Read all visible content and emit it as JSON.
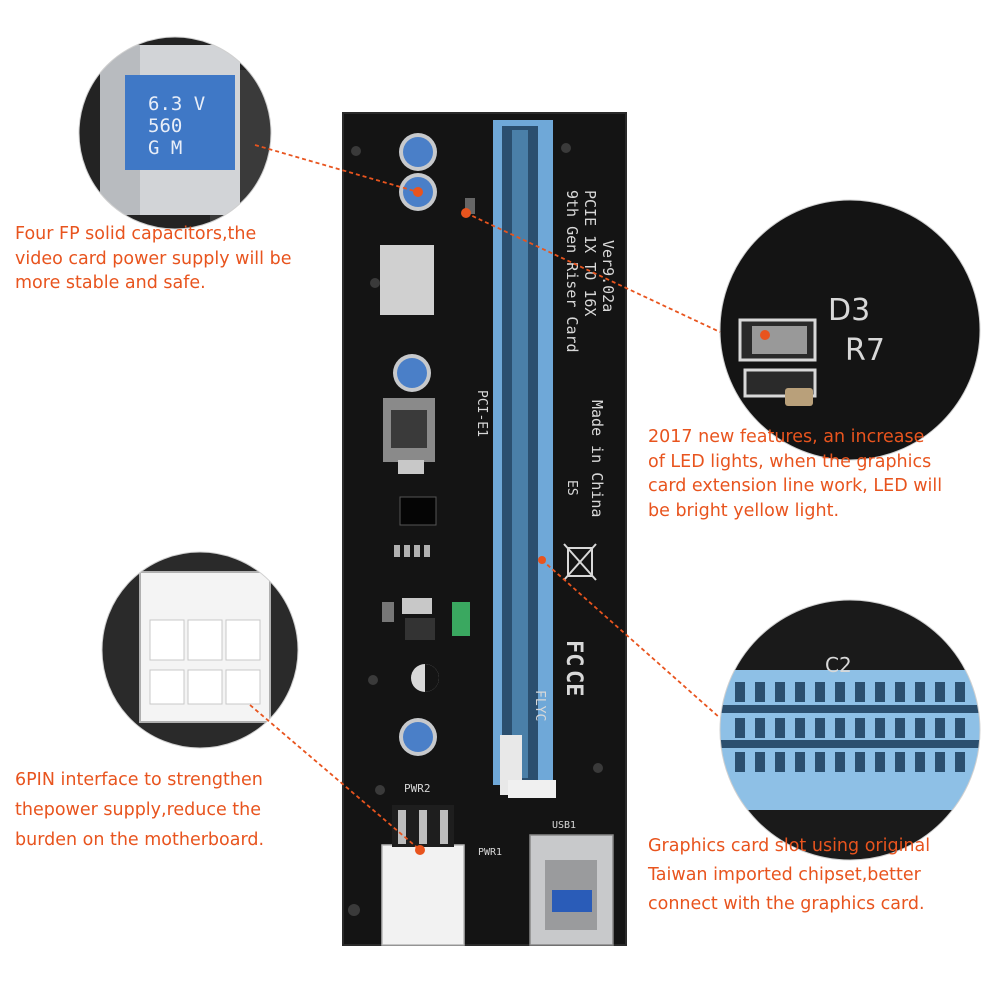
{
  "callouts": {
    "capacitors": [
      "Four FP solid capacitors,the",
      "video card power supply will be",
      "more stable and safe."
    ],
    "led": [
      "2017 new features, an increase",
      "of LED lights, when the graphics",
      "card extension line work, LED will",
      "be bright yellow light."
    ],
    "sixpin": [
      "6PIN interface to strengthen",
      "thepower supply,reduce the",
      "burden on the motherboard."
    ],
    "slot": [
      "Graphics card slot using original",
      "Taiwan imported chipset,better",
      "connect with the graphics card."
    ]
  },
  "board": {
    "title_lines": [
      "9th Gen Riser Card",
      "PCIE 1X TO 16X",
      "Ver9.02a"
    ],
    "made_in": "Made in China",
    "es": "ES",
    "flyc": "FLYC",
    "pci_label": "PCI-E1",
    "pwr2": "PWR2",
    "pwr1": "PWR1",
    "usb1": "USB1",
    "fc_mark": "FC",
    "ce_mark": "CE",
    "cap_markings": [
      "6.3V",
      "560",
      "GM"
    ],
    "cap_zoom_markings": [
      "6.3 V",
      "560",
      "G M"
    ],
    "led_zoom_labels": [
      "D3",
      "R7"
    ],
    "slot_zoom_label": "C2"
  },
  "colors": {
    "accent": "#e8541e",
    "pcb": "#141414",
    "slot": "#6fa8d8",
    "capacitor": "#4a7fc8"
  }
}
